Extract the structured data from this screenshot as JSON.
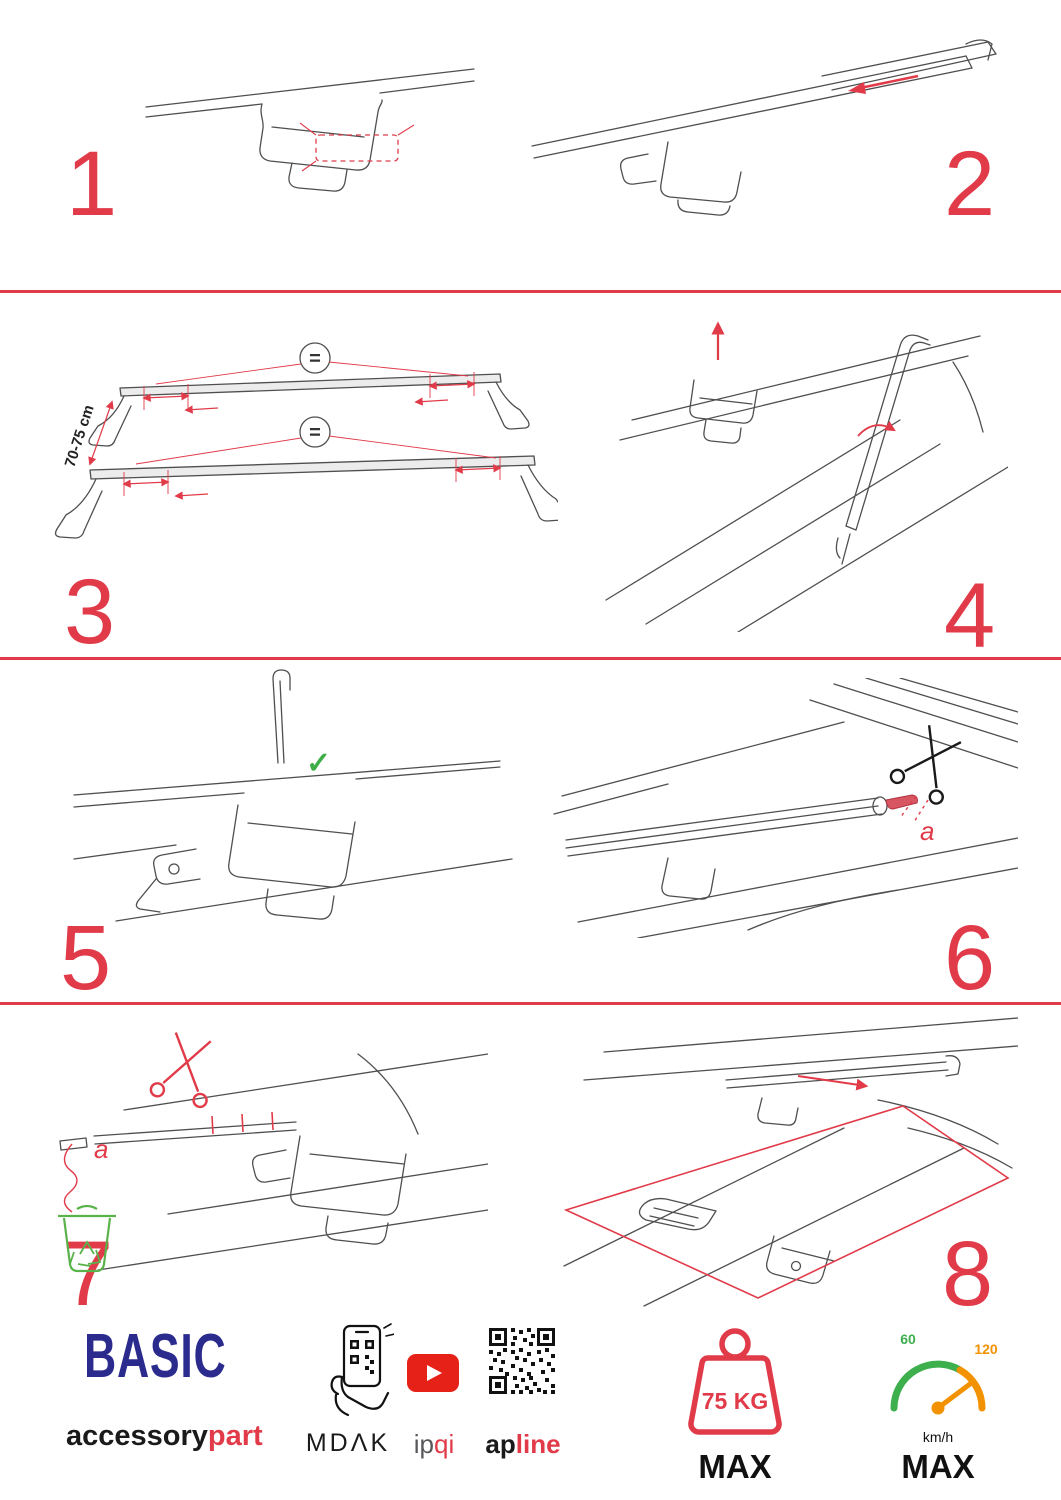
{
  "colors": {
    "accent_red": "#e13b49",
    "brand_blue": "#2b2b8e",
    "youtube_red": "#e62117",
    "speed_green": "#3daf4d",
    "speed_orange": "#f39200",
    "check_green": "#3fae49",
    "bin_green": "#59b24a"
  },
  "steps": [
    {
      "number": "1"
    },
    {
      "number": "2"
    },
    {
      "number": "3"
    },
    {
      "number": "4"
    },
    {
      "number": "5"
    },
    {
      "number": "6"
    },
    {
      "number": "7"
    },
    {
      "number": "8"
    }
  ],
  "annotations": {
    "dimension": "70-75 cm",
    "equals_top": "=",
    "equals_bottom": "=",
    "check": "✓",
    "label_a_step6": "a",
    "label_a_step7": "a"
  },
  "footer": {
    "brand": "BASIC",
    "brand_sub_left": "accessory",
    "brand_sub_right": "part",
    "mdak_label": "MDΛK",
    "ipqi_left": "ip",
    "ipqi_right": "qi",
    "apline_left": "ap",
    "apline_right": "line",
    "weight_value": "75 KG",
    "weight_max": "MAX",
    "speed_low": "60",
    "speed_high": "120",
    "speed_unit": "km/h",
    "speed_max": "MAX"
  }
}
